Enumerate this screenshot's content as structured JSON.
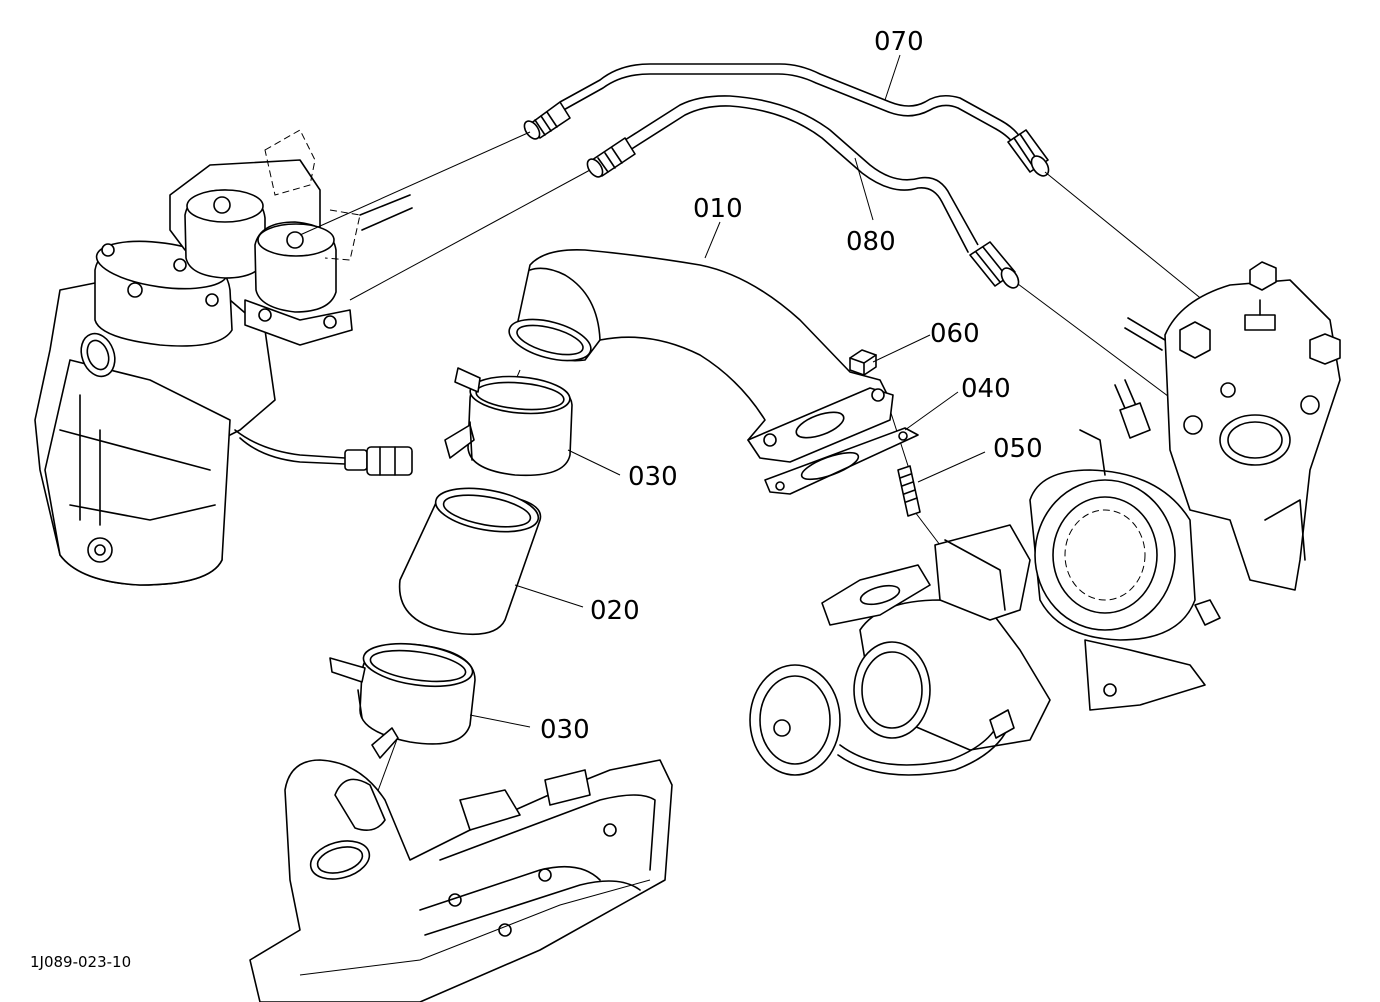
{
  "diagram": {
    "part_labels": {
      "p010": "010",
      "p020": "020",
      "p030_upper": "030",
      "p030_lower": "030",
      "p040": "040",
      "p050": "050",
      "p060": "060",
      "p070": "070",
      "p080": "080"
    },
    "reference_code": "1J089-023-10"
  }
}
